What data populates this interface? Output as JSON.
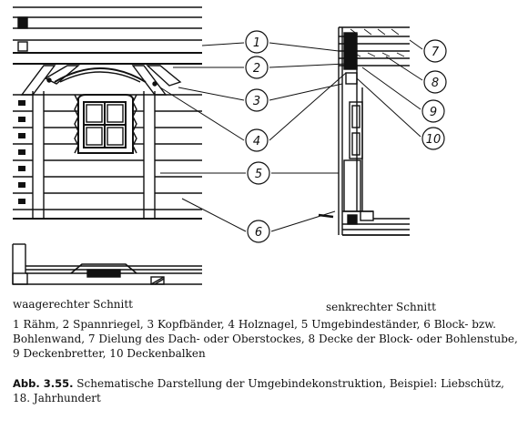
{
  "callouts": [
    "1",
    "2",
    "3",
    "4",
    "5",
    "6",
    "7",
    "8",
    "9",
    "10"
  ],
  "labels": {
    "horizontal_section": "waagerechter Schnitt",
    "vertical_section": "senkrechter Schnitt"
  },
  "legend": "1 Rähm, 2 Spannriegel, 3 Kopfbänder, 4 Holznagel, 5 Umgebindeständer, 6 Block- bzw. Bohlenwand, 7 Dielung des Dach- oder Oberstockes, 8 Decke der Block- oder Bohlenstube, 9 Deckenbretter, 10 Deckenbalken",
  "caption": {
    "prefix": "Abb. 3.55.",
    "text": " Schematische Darstellung der Umgebindekonstruktion, Beispiel: Liebschütz, 18. Jahrhundert"
  }
}
